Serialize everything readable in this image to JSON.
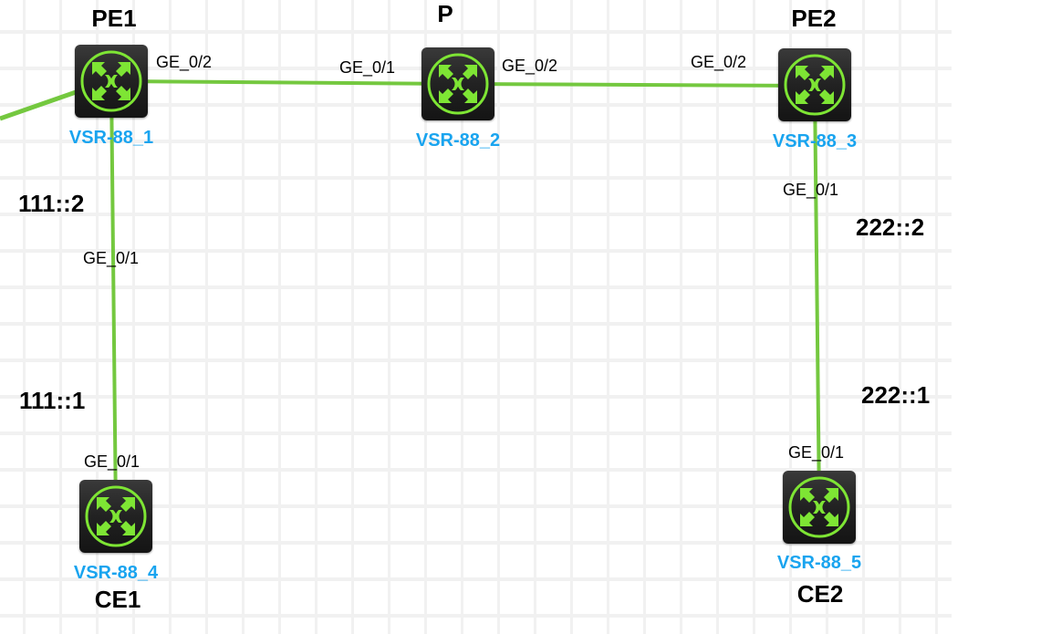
{
  "topology": {
    "colors": {
      "link": "#74c83f",
      "device_name": "#19a4ef",
      "icon_accent": "#7ee534",
      "grid": "#f1f1f1"
    },
    "devices": [
      {
        "id": "VSR-88_1",
        "name": "VSR-88_1",
        "role": "PE1",
        "icon": "router-icon"
      },
      {
        "id": "VSR-88_2",
        "name": "VSR-88_2",
        "role": "P",
        "icon": "router-icon"
      },
      {
        "id": "VSR-88_3",
        "name": "VSR-88_3",
        "role": "PE2",
        "icon": "router-icon"
      },
      {
        "id": "VSR-88_4",
        "name": "VSR-88_4",
        "role": "CE1",
        "icon": "router-icon"
      },
      {
        "id": "VSR-88_5",
        "name": "VSR-88_5",
        "role": "CE2",
        "icon": "router-icon"
      }
    ],
    "links": [
      {
        "from": "VSR-88_1",
        "from_port": "GE_0/2",
        "to": "VSR-88_2",
        "to_port": "GE_0/1"
      },
      {
        "from": "VSR-88_2",
        "from_port": "GE_0/2",
        "to": "VSR-88_3",
        "to_port": "GE_0/2"
      },
      {
        "from": "VSR-88_1",
        "from_port": "GE_0/1",
        "to": "VSR-88_4",
        "to_port": "GE_0/1"
      },
      {
        "from": "VSR-88_3",
        "from_port": "GE_0/1",
        "to": "VSR-88_5",
        "to_port": "GE_0/1"
      },
      {
        "from": "VSR-88_1",
        "from_port": "",
        "to": "off-screen",
        "to_port": ""
      }
    ],
    "addresses": {
      "pe1_ce1_side_pe1": "111::2",
      "pe1_ce1_side_ce1": "111::1",
      "pe2_ce2_side_pe2": "222::2",
      "pe2_ce2_side_ce2": "222::1"
    }
  }
}
